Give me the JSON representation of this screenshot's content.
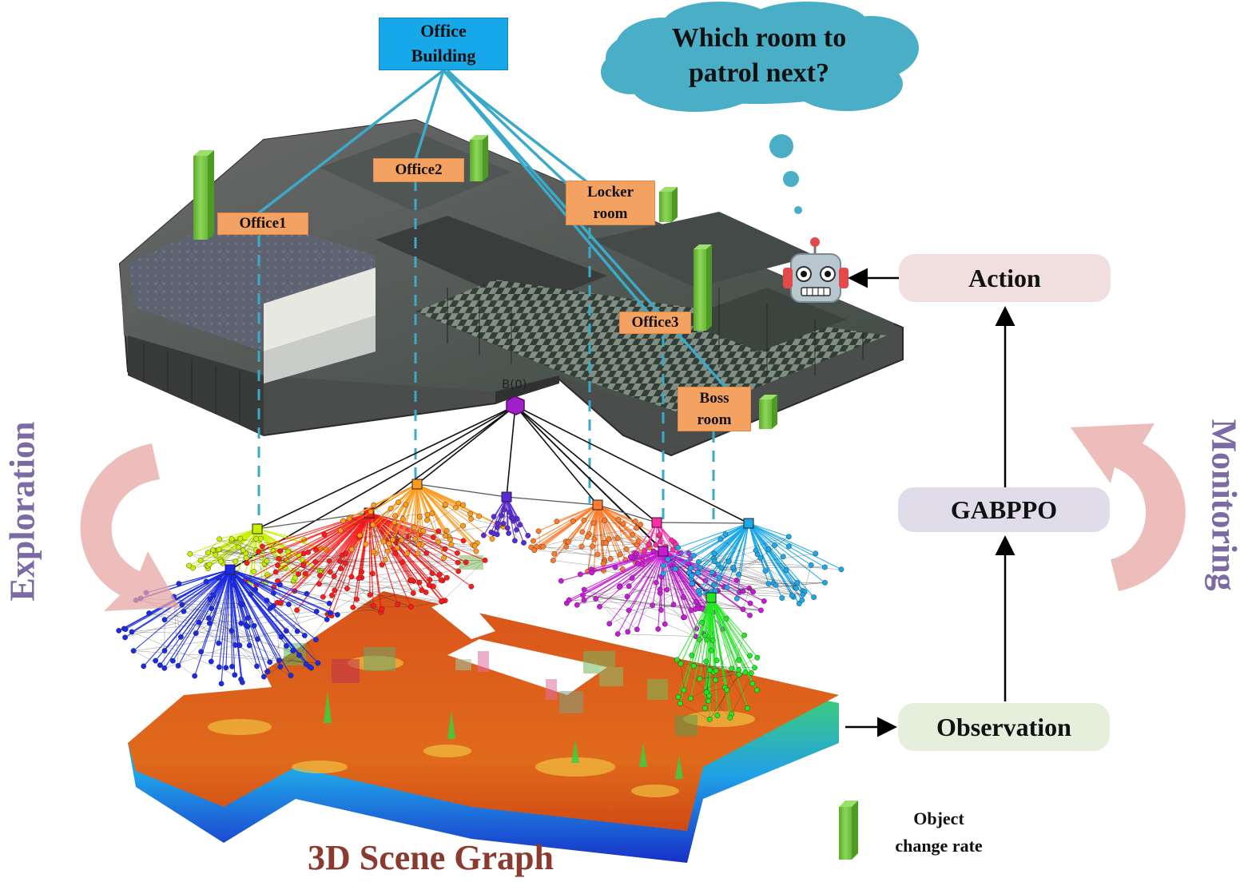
{
  "building": {
    "label_line1": "Office",
    "label_line2": "Building"
  },
  "rooms": [
    {
      "id": "office1",
      "label_line1": "Office1",
      "label_line2": ""
    },
    {
      "id": "office2",
      "label_line1": "Office2",
      "label_line2": ""
    },
    {
      "id": "locker",
      "label_line1": "Locker",
      "label_line2": "room"
    },
    {
      "id": "office3",
      "label_line1": "Office3",
      "label_line2": ""
    },
    {
      "id": "boss",
      "label_line1": "Boss",
      "label_line2": "room"
    }
  ],
  "thought": {
    "line1": "Which room to",
    "line2": "patrol next?"
  },
  "pipeline": {
    "action": "Action",
    "gabppo": "GABPPO",
    "observation": "Observation"
  },
  "side_labels": {
    "left": "Exploration",
    "right": "Monitoring"
  },
  "graph": {
    "root_label": "B(0)",
    "title": "3D Scene Graph"
  },
  "legend": {
    "line1": "Object",
    "line2": "change rate"
  },
  "colors": {
    "room_label_bg": "#f4a261",
    "building_label_bg": "#16a8e8",
    "tree_lines": "#3aaac8",
    "cloud": "#4aaec7",
    "action_pill": "#f1dede",
    "gabppo_pill": "#e0dcea",
    "observation_pill": "#e6efdc",
    "arrow_pink": "#e7a7a4",
    "change_bar": "#7cc247",
    "clusters": [
      "#c8f000",
      "#ff1a1a",
      "#ff9a1a",
      "#5a2ad8",
      "#ff7a2a",
      "#ff2aa8",
      "#c81ad8",
      "#1aa8e8",
      "#1a2ae8",
      "#22e822"
    ]
  },
  "icons": [
    "robot-icon",
    "thought-cloud-icon",
    "change-rate-bar-icon",
    "cycle-arrow-icon"
  ]
}
